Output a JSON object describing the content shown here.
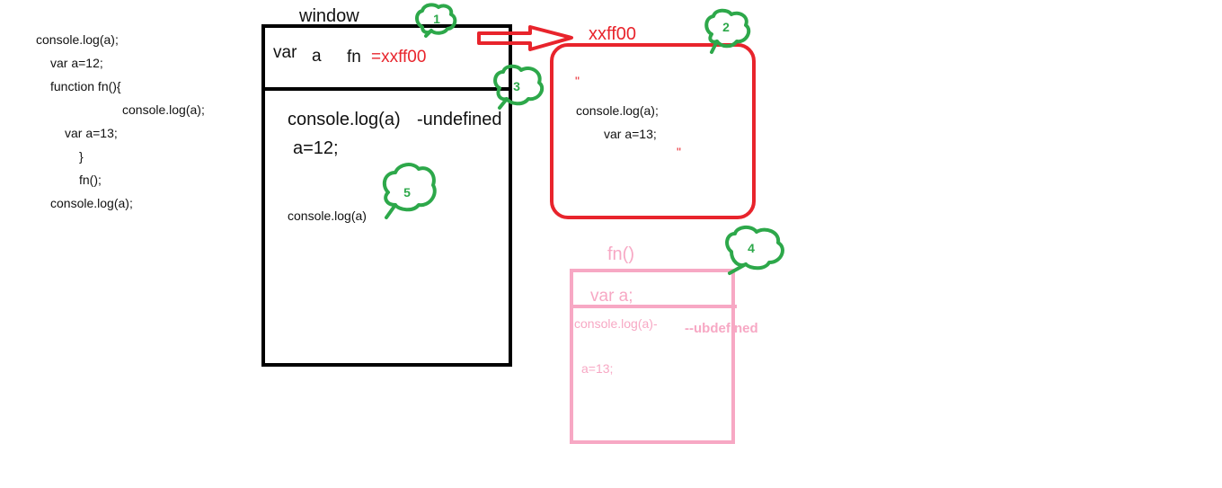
{
  "colors": {
    "black": "#000000",
    "red": "#e8242c",
    "pink": "#f7a8c4",
    "green": "#2da84a"
  },
  "icons": {
    "cloud": "cloud-speech-bubble-icon",
    "arrow": "right-arrow-icon"
  },
  "source_code": {
    "lines": [
      "console.log(a);",
      "var a=12;",
      "function fn(){",
      "console.log(a);",
      "var a=13;",
      "}",
      "fn();",
      "console.log(a);"
    ]
  },
  "window_scope": {
    "title": "window",
    "var_label": "var",
    "a_label": "a",
    "fn_label": "fn",
    "fn_value": "=xxff00",
    "log1": "console.log(a)",
    "log1_result": "-undefined",
    "assign": "a=12;",
    "log2": "console.log(a)"
  },
  "heap": {
    "address": "xxff00",
    "open_quote": "\"",
    "line1": "console.log(a);",
    "line2": "var a=13;",
    "close_quote": "\""
  },
  "fn_scope": {
    "title": "fn()",
    "var_label": "var a;",
    "log": "console.log(a)-",
    "log_result": "--ubdefined",
    "assign": "a=13;"
  },
  "markers": {
    "m1": "1",
    "m2": "2",
    "m3": "3",
    "m4": "4",
    "m5": "5"
  }
}
